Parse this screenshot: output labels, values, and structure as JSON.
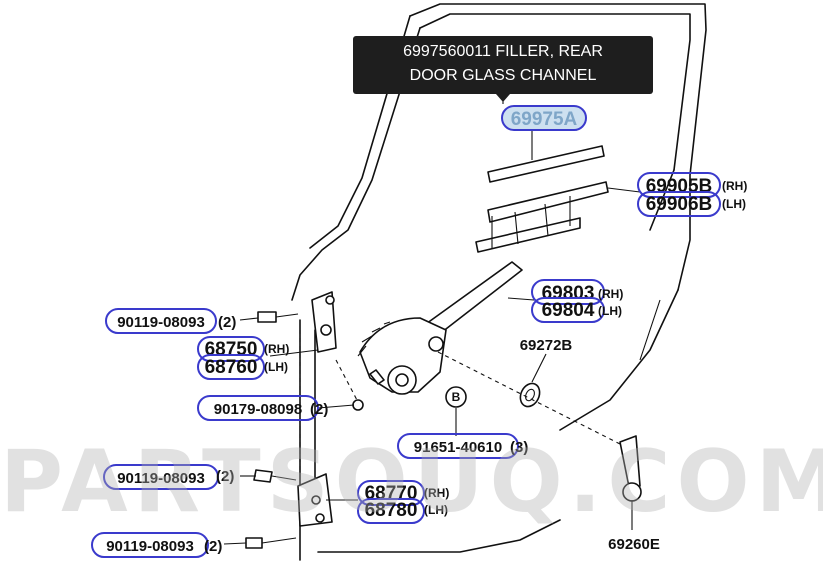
{
  "tooltip": {
    "line1": "6997560011 FILLER, REAR",
    "line2": "DOOR GLASS CHANNEL"
  },
  "watermark": "PARTSOUQ.COM",
  "parts": {
    "p69975A": "69975A",
    "p69905B": "69905B",
    "p69906B": "69906B",
    "p69803": "69803",
    "p69804": "69804",
    "p69272B": "69272B",
    "p90119_a": "90119-08093",
    "p68750": "68750",
    "p68760": "68760",
    "p90179": "90179-08098",
    "p91651": "91651-40610",
    "p90119_b": "90119-08093",
    "p68770": "68770",
    "p68780": "68780",
    "p90119_c": "90119-08093",
    "p69260E": "69260E"
  },
  "qty": {
    "q90119_a": "(2)",
    "q90179": "(2)",
    "q91651": "(3)",
    "q90119_b": "(2)",
    "q90119_c": "(2)"
  },
  "sides": {
    "rh": "(RH)",
    "lh": "(LH)"
  },
  "ref_mark": "B",
  "colors": {
    "highlight_outline": "#3a3acc",
    "selected_fill": "#cde0f0",
    "tooltip_bg": "#1e1e1e"
  }
}
